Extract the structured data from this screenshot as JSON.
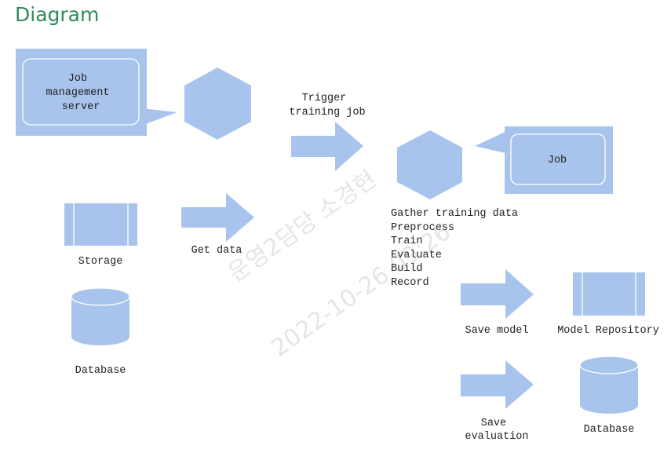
{
  "page": {
    "title": "Diagram"
  },
  "colors": {
    "heading": "#2e8b57",
    "shape_fill": "#a9c4ec",
    "shape_inner": "#ffffff",
    "text": "#222222"
  },
  "diagram": {
    "job_server": {
      "lines": [
        "Job",
        "management",
        "server"
      ]
    },
    "trigger": {
      "lines": [
        "Trigger",
        "training job"
      ]
    },
    "job": {
      "label": "Job"
    },
    "storage": {
      "label": "Storage"
    },
    "get_data": {
      "label": "Get data"
    },
    "steps": [
      "Gather training data",
      "Preprocess",
      "Train",
      "Evaluate",
      "Build",
      "Record"
    ],
    "database_left": {
      "label": "Database"
    },
    "save_model": {
      "label": "Save model"
    },
    "model_repository": {
      "label": "Model Repository"
    },
    "save_evaluation": {
      "lines": [
        "Save",
        "evaluation"
      ]
    },
    "database_right": {
      "label": "Database"
    }
  },
  "watermark": {
    "lines": [
      "운영2담당 소경현",
      "2022-10-26 09:26"
    ]
  }
}
